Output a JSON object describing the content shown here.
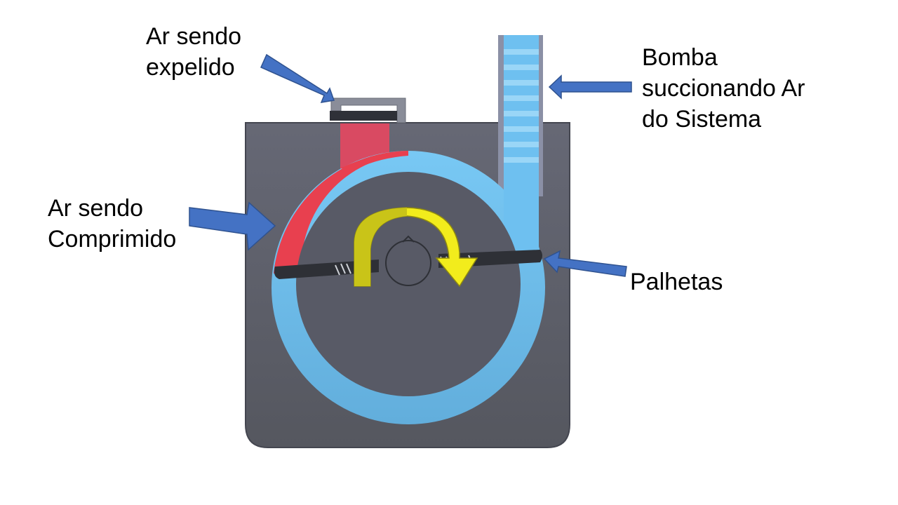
{
  "labels": {
    "expelled": [
      "Ar sendo",
      "expelido"
    ],
    "suction": [
      "Bomba",
      "succionando Ar",
      "do Sistema"
    ],
    "compressed": [
      "Ar sendo",
      "Comprimido"
    ],
    "vanes": [
      "Palhetas"
    ]
  },
  "colors": {
    "background": "#ffffff",
    "housing": "#5d5f6b",
    "rotor": "#585a66",
    "suction_air": "#6ec0f0",
    "compressed_air": "#e8404f",
    "exhaust_port": "#d94a62",
    "vane": "#2e3036",
    "arrow_rotation": "#f2ec1c",
    "callout_arrow": "#4472c4"
  },
  "icons": [
    "rotation-arrow-icon",
    "callout-arrow-icon"
  ]
}
